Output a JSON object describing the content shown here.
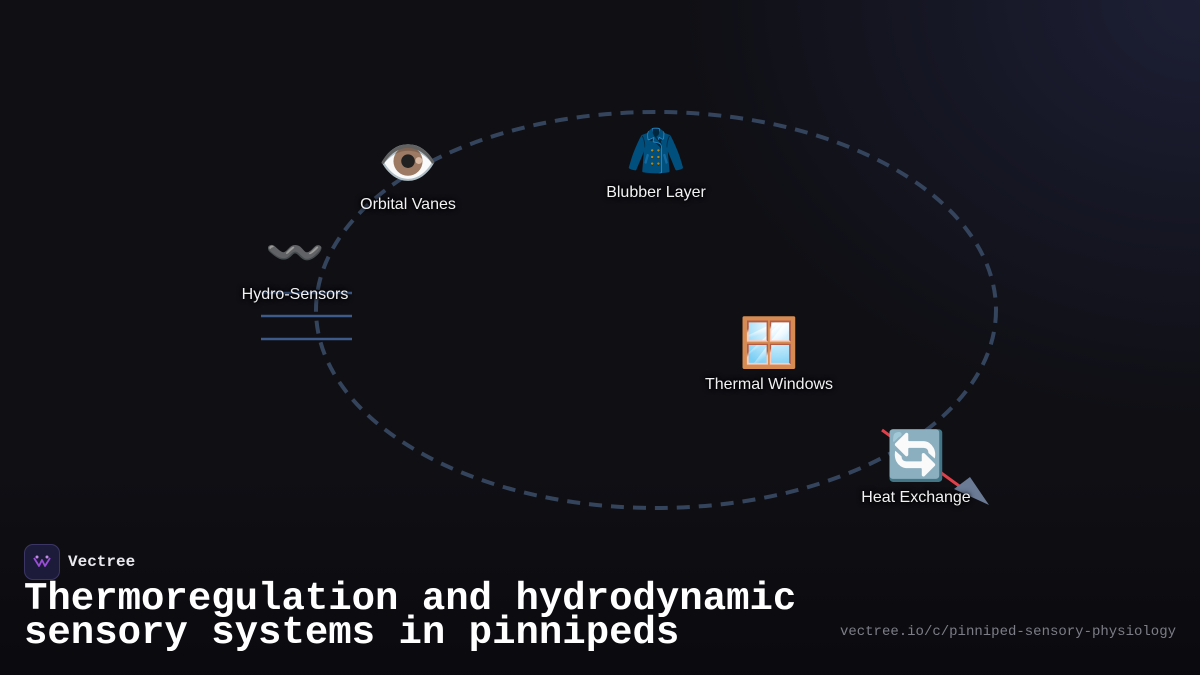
{
  "brand": {
    "name": "Vectree"
  },
  "title": "Thermoregulation and hydrodynamic sensory systems in pinnipeds",
  "url": "vectree.io/c/pinniped-sensory-physiology",
  "nodes": [
    {
      "id": "orbital-vanes",
      "label": "Orbital Vanes",
      "icon": "eye-icon",
      "emoji": "👁️"
    },
    {
      "id": "blubber-layer",
      "label": "Blubber Layer",
      "icon": "coat-icon",
      "emoji": "🧥"
    },
    {
      "id": "hydro-sensors",
      "label": "Hydro-Sensors",
      "icon": "wavy-dash-icon",
      "emoji": "〰️"
    },
    {
      "id": "thermal-windows",
      "label": "Thermal Windows",
      "icon": "window-icon",
      "emoji": "🪟"
    },
    {
      "id": "heat-exchange",
      "label": "Heat Exchange",
      "icon": "counterclockwise-arrows-icon",
      "emoji": "🔄"
    }
  ],
  "colors": {
    "background": "#0f0f14",
    "cycle_ring": "#34445c",
    "sensor_lines": "#3c5a8a",
    "heat_arrow": "#e0404a",
    "arrow_head": "#6b7a95",
    "logo_accent": "#9b4dd8"
  }
}
